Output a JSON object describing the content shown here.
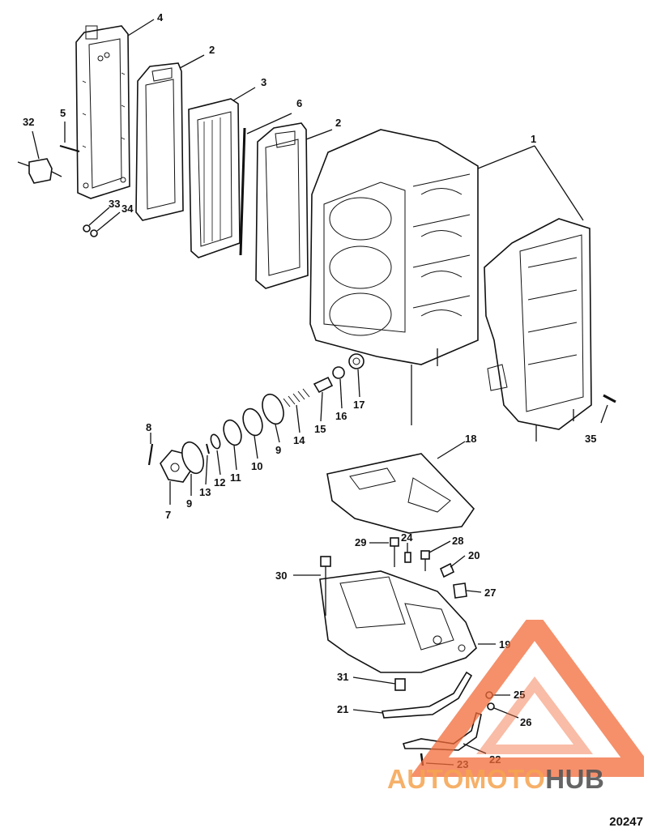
{
  "diagram": {
    "callouts": {
      "c1": "1",
      "c2a": "2",
      "c2b": "2",
      "c3": "3",
      "c4": "4",
      "c5": "5",
      "c6": "6",
      "c7": "7",
      "c8": "8",
      "c9a": "9",
      "c9b": "9",
      "c10": "10",
      "c11": "11",
      "c12": "12",
      "c13": "13",
      "c14": "14",
      "c15": "15",
      "c16": "16",
      "c17": "17",
      "c18": "18",
      "c19": "19",
      "c20": "20",
      "c21": "21",
      "c22": "22",
      "c23": "23",
      "c24": "24",
      "c25": "25",
      "c26": "26",
      "c27": "27",
      "c28": "28",
      "c29": "29",
      "c30": "30",
      "c31": "31",
      "c32": "32",
      "c33": "33",
      "c34": "34",
      "c35": "35"
    },
    "figure_number": "20247"
  },
  "watermark": {
    "part1": "AUTOMOTO",
    "part2": "HUB",
    "color_primary": "#f26b3a",
    "color_secondary": "#444444"
  }
}
